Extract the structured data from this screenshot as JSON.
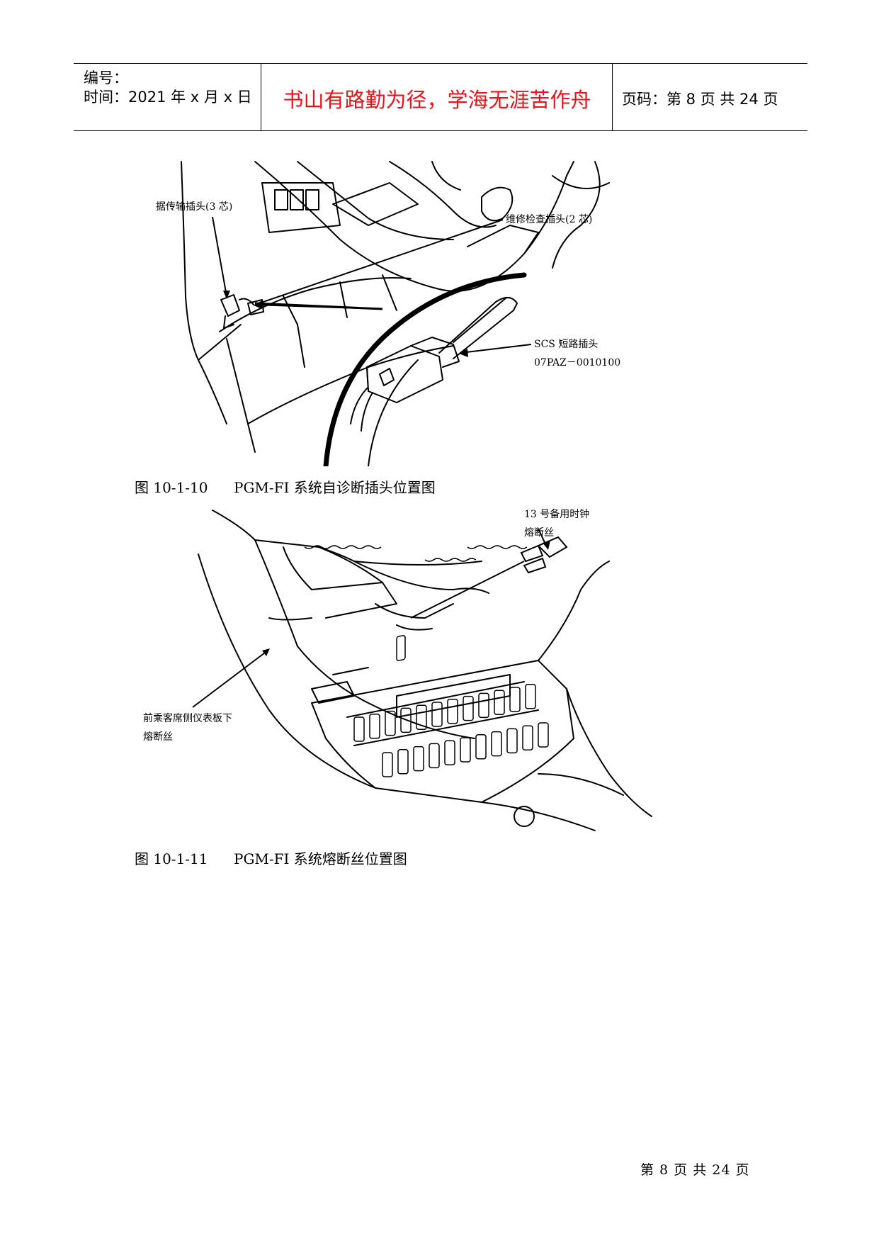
{
  "header": {
    "serial_label": "编号：",
    "time_label": "时间：2021 年 x 月 x 日",
    "motto": "书山有路勤为径，学海无涯苦作舟",
    "page_label": "页码：第 8 页  共 24 页"
  },
  "figure1": {
    "labels": {
      "data_connector": "数据传输插头(3 芯)",
      "service_connector": "维修检查插头(2 芯)",
      "scs_plug": "SCS 短路插头",
      "scs_part_no": "07PAZ－0010100"
    },
    "caption_number": "图 10-1-10",
    "caption_text": "PGM-FI 系统自诊断插头位置图"
  },
  "figure2": {
    "labels": {
      "fuse13_line1": "13 号备用时钟",
      "fuse13_line2": "熔断丝",
      "fusebox_line1": "前乘客席侧仪表板下",
      "fusebox_line2": "熔断丝"
    },
    "caption_number": "图 10-1-11",
    "caption_text": "PGM-FI 系统熔断丝位置图"
  },
  "footer": {
    "page_text": "第 8 页 共 24 页"
  }
}
